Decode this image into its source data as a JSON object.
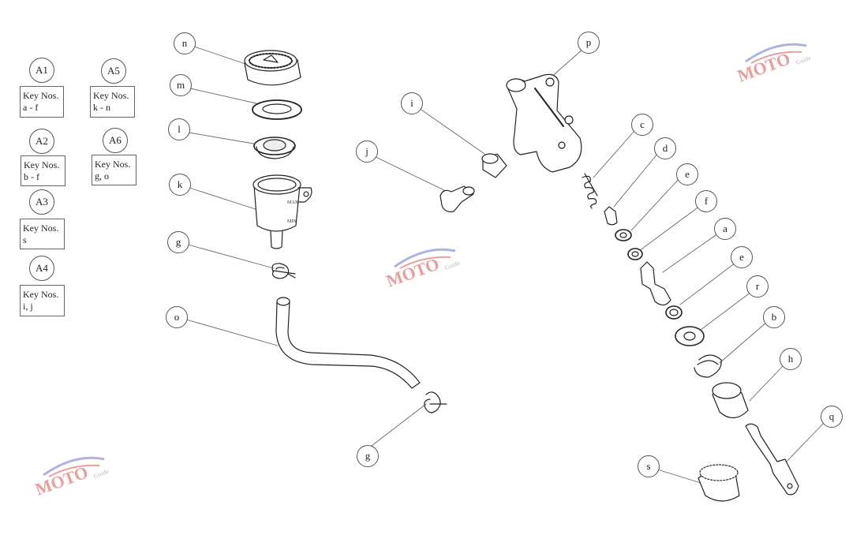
{
  "kits": [
    {
      "id": "A1",
      "lines": [
        "Key Nos.",
        "a - f"
      ]
    },
    {
      "id": "A2",
      "lines": [
        "Key Nos.",
        "b - f"
      ]
    },
    {
      "id": "A3",
      "lines": [
        "Key Nos.",
        "s"
      ]
    },
    {
      "id": "A4",
      "lines": [
        "Key Nos.",
        "i, j"
      ]
    },
    {
      "id": "A5",
      "lines": [
        "Key Nos.",
        "k - n"
      ]
    },
    {
      "id": "A6",
      "lines": [
        "Key Nos.",
        "g, o"
      ]
    }
  ],
  "callouts": [
    "n",
    "m",
    "l",
    "k",
    "g",
    "o",
    "g",
    "i",
    "j",
    "p",
    "c",
    "d",
    "e",
    "f",
    "a",
    "e",
    "r",
    "b",
    "h",
    "q",
    "s"
  ],
  "watermark": {
    "mark": "MOTO",
    "sub": "Guide",
    "colors": {
      "blue": "#6b74c6",
      "red": "#d4504d",
      "gray": "#9a9aa0"
    }
  }
}
